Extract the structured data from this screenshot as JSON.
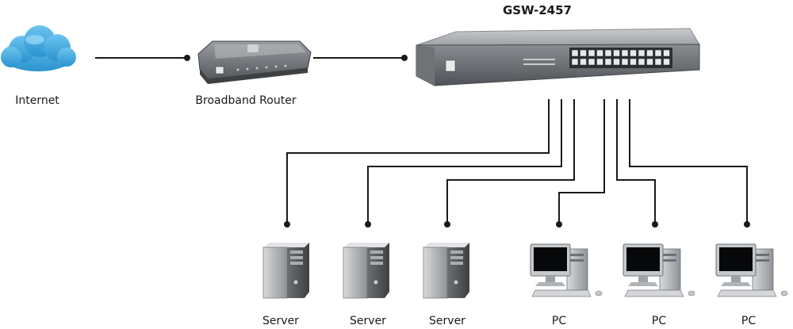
{
  "title": "GSW-2457",
  "internet": {
    "label": "Internet",
    "icon": "cloud-icon"
  },
  "router": {
    "label": "Broadband Router",
    "icon": "router-icon"
  },
  "switch": {
    "icon": "switch-icon"
  },
  "servers": [
    {
      "label": "Server",
      "icon": "server-tower-icon"
    },
    {
      "label": "Server",
      "icon": "server-tower-icon"
    },
    {
      "label": "Server",
      "icon": "server-tower-icon"
    }
  ],
  "pcs": [
    {
      "label": "PC",
      "icon": "desktop-pc-icon"
    },
    {
      "label": "PC",
      "icon": "desktop-pc-icon"
    },
    {
      "label": "PC",
      "icon": "desktop-pc-icon"
    }
  ],
  "colors": {
    "cloud": "#3aa8dc",
    "line": "#1a1a1a",
    "switch_body": "#7b8084"
  }
}
